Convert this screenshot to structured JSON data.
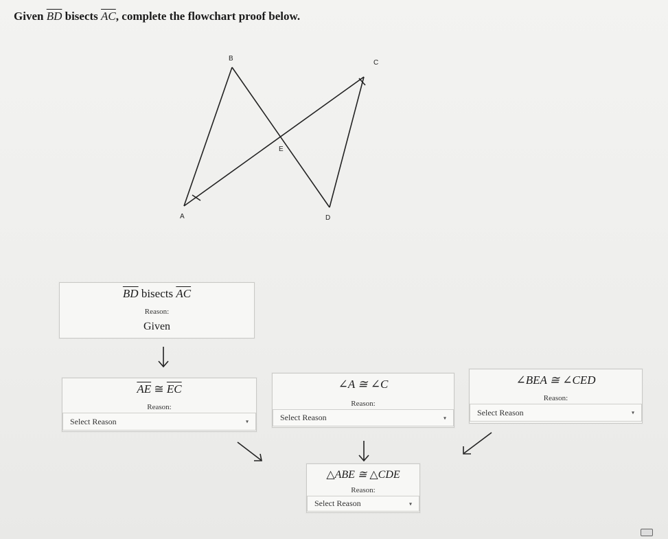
{
  "prompt": {
    "given_word": "Given",
    "seg1": "BD",
    "verb": "bisects",
    "seg2": "AC",
    "rest": ", complete the flowchart proof below."
  },
  "diagram": {
    "labels": {
      "A": "A",
      "B": "B",
      "C": "C",
      "D": "D",
      "E": "E"
    }
  },
  "steps": [
    {
      "statement_html": "BD bisects AC",
      "seg1": "BD",
      "word": "bisects",
      "seg2": "AC",
      "reason_label": "Reason:",
      "reason": "Given"
    },
    {
      "statement": "AE ≅ EC",
      "left": "AE",
      "op": "≅",
      "right": "EC",
      "reason_label": "Reason:",
      "select": "Select Reason"
    },
    {
      "statement": "∠A ≅ ∠C",
      "reason_label": "Reason:",
      "select": "Select Reason"
    },
    {
      "statement": "∠BEA ≅ ∠CED",
      "reason_label": "Reason:",
      "select": "Select Reason"
    },
    {
      "statement": "△ABE ≅ △CDE",
      "reason_label": "Reason:",
      "select": "Select Reason"
    }
  ],
  "caret": "▾"
}
